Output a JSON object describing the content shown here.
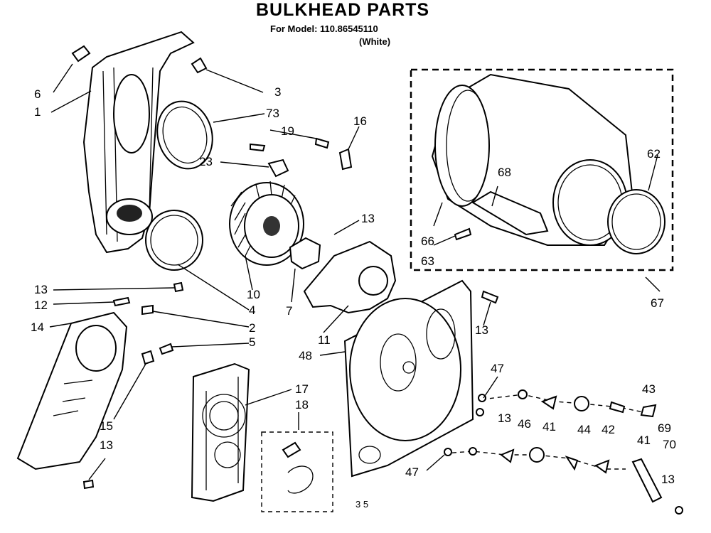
{
  "header": {
    "title": "BULKHEAD PARTS",
    "model": "For Model: 110.86545110",
    "color": "(White)"
  },
  "page_number": "3 5",
  "callouts": {
    "c1": "1",
    "c2": "2",
    "c3": "3",
    "c4": "4",
    "c5": "5",
    "c6": "6",
    "c7": "7",
    "c10": "10",
    "c11": "11",
    "c12": "12",
    "c13a": "13",
    "c13b": "13",
    "c13c": "13",
    "c13d": "13",
    "c13e": "13",
    "c13f": "13",
    "c14": "14",
    "c15": "15",
    "c16": "16",
    "c17": "17",
    "c18": "18",
    "c19": "19",
    "c23": "23",
    "c41a": "41",
    "c41b": "41",
    "c42": "42",
    "c43": "43",
    "c44": "44",
    "c46": "46",
    "c47a": "47",
    "c47b": "47",
    "c48": "48",
    "c62": "62",
    "c63": "63",
    "c66": "66",
    "c67": "67",
    "c68": "68",
    "c69": "69",
    "c70": "70",
    "c73": "73"
  }
}
